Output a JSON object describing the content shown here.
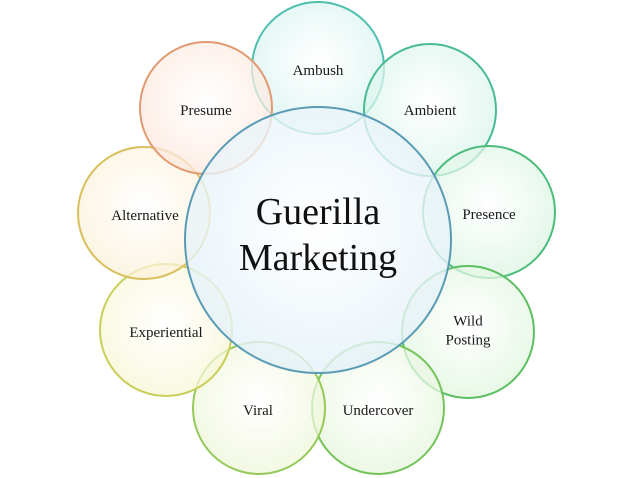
{
  "diagram": {
    "center": {
      "lines": [
        "Guerilla",
        "Marketing"
      ],
      "fill": "#e4f1f8",
      "stroke": "#5a9bb5"
    },
    "petals": [
      {
        "lines": [
          "Ambush"
        ],
        "fill": "#d6f3ef",
        "stroke": "#4fbfae"
      },
      {
        "lines": [
          "Ambient"
        ],
        "fill": "#d8f4ea",
        "stroke": "#48bb92"
      },
      {
        "lines": [
          "Presence"
        ],
        "fill": "#daf4e2",
        "stroke": "#4cbc7c"
      },
      {
        "lines": [
          "Wild",
          "Posting"
        ],
        "fill": "#e0f5de",
        "stroke": "#5cbf64"
      },
      {
        "lines": [
          "Undercover"
        ],
        "fill": "#e6f5dc",
        "stroke": "#74c45a"
      },
      {
        "lines": [
          "Viral"
        ],
        "fill": "#eef6d8",
        "stroke": "#97c95a"
      },
      {
        "lines": [
          "Experiential"
        ],
        "fill": "#f7f6d4",
        "stroke": "#c8ce58"
      },
      {
        "lines": [
          "Alternative"
        ],
        "fill": "#fbf1d8",
        "stroke": "#d9bf5c"
      },
      {
        "lines": [
          "Presume"
        ],
        "fill": "#fce7dc",
        "stroke": "#e19a72"
      }
    ]
  }
}
